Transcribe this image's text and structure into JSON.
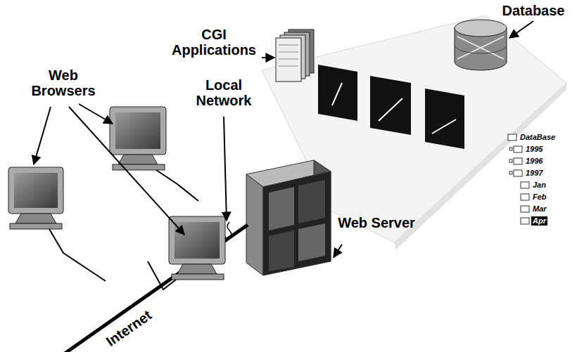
{
  "diagram": {
    "nodes": [
      {
        "text": [
          "Web Server"
        ]
      },
      {
        "text": [
          "CGI Applications"
        ]
      },
      {
        "text": [
          "Database"
        ]
      }
    ],
    "labels": [
      "Web Browsers",
      "Local Network",
      "Internet",
      "DataBase",
      "1995",
      "1996",
      "1997",
      "Jan",
      "Feb",
      "Mar",
      "Apr"
    ]
  }
}
